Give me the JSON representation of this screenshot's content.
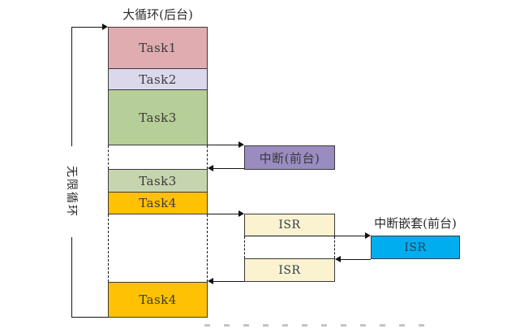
{
  "diagram": {
    "title": "大循环(后台)",
    "loop_label": "无限循环",
    "foreground_interrupt_label": "中断(前台)",
    "nested_interrupt_label": "中断嵌套(前台)",
    "tasks": {
      "task1": "Task1",
      "task2": "Task2",
      "task3_first": "Task3",
      "task3_second": "Task3",
      "task4_first": "Task4",
      "task4_second": "Task4"
    },
    "isr": {
      "first": "ISR",
      "second": "ISR",
      "nested": "ISR"
    },
    "colors": {
      "task1": "#e1acaf",
      "task2": "#dcd8ec",
      "task3_first": "#b6ce97",
      "task3_second": "#c6d5ae",
      "task4": "#ffc103",
      "interrupt": "#9a8cc0",
      "isr": "#fbf2cf",
      "isr_nested": "#00aeef"
    }
  }
}
